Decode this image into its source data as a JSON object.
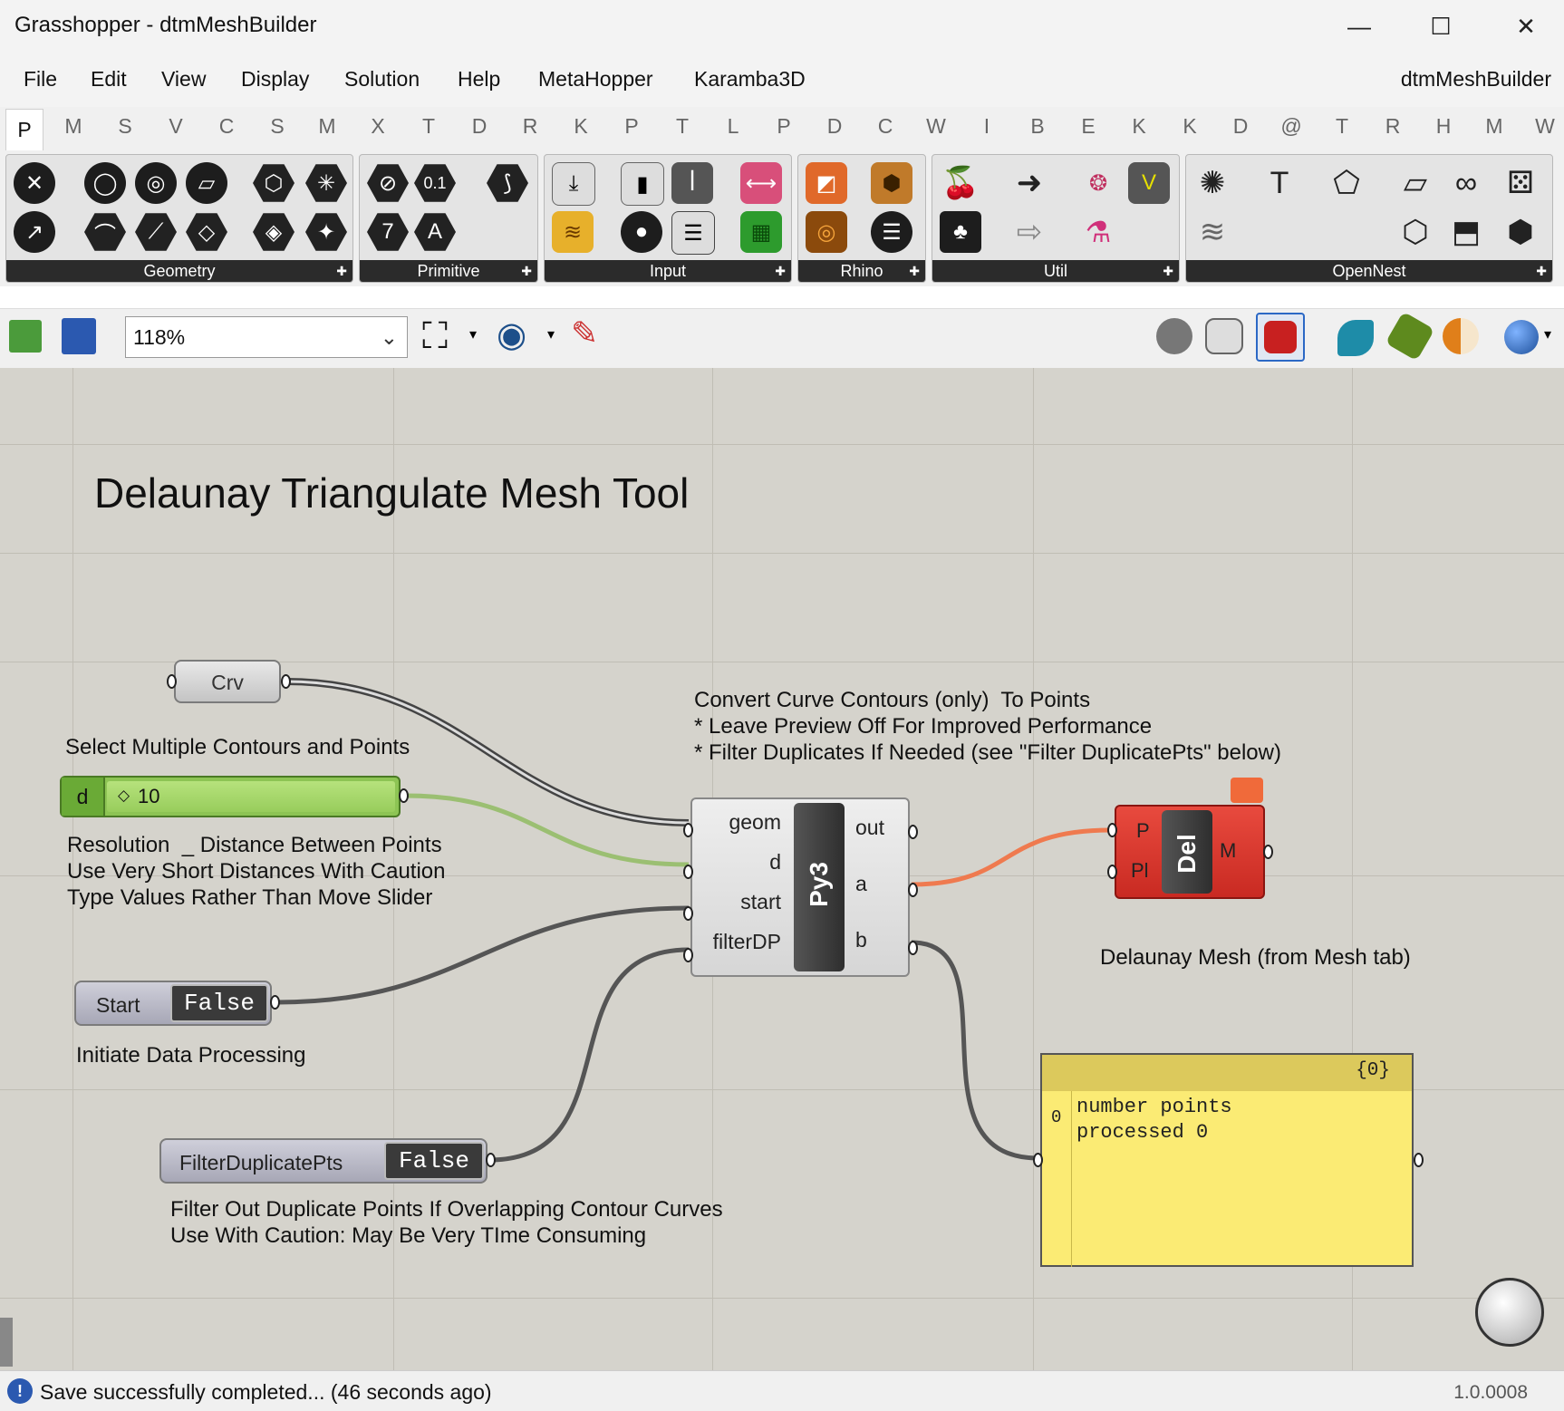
{
  "window": {
    "title": "Grasshopper - dtmMeshBuilder",
    "minimize": "—",
    "maximize": "☐",
    "close": "✕"
  },
  "menu": {
    "items": [
      "File",
      "Edit",
      "View",
      "Display",
      "Solution",
      "Help",
      "MetaHopper",
      "Karamba3D"
    ],
    "doc_name": "dtmMeshBuilder"
  },
  "tabs": [
    "P",
    "M",
    "S",
    "V",
    "C",
    "S",
    "M",
    "X",
    "T",
    "D",
    "R",
    "K",
    "P",
    "T",
    "L",
    "P",
    "D",
    "C",
    "W",
    "I",
    "B",
    "E",
    "K",
    "K",
    "D",
    "@",
    "T",
    "R",
    "H",
    "M",
    "W"
  ],
  "ribbon": {
    "panels": [
      "Geometry",
      "Primitive",
      "Input",
      "Rhino",
      "Util",
      "OpenNest"
    ],
    "primitive_labels": [
      "0.1",
      "7",
      "A"
    ]
  },
  "toolbar": {
    "zoom": "118%"
  },
  "canvas": {
    "title": "Delaunay Triangulate Mesh Tool",
    "crv_label": "Crv",
    "note_select": "Select Multiple Contours and Points",
    "slider": {
      "name": "d",
      "value": "10"
    },
    "note_resolution": "Resolution  _ Distance Between Points\nUse Very Short Distances With Caution\nType Values Rather Than Move Slider",
    "start_toggle": {
      "name": "Start",
      "value": "False"
    },
    "note_start": "Initiate Data Processing",
    "filter_toggle": {
      "name": "FilterDuplicatePts",
      "value": "False"
    },
    "note_filter": "Filter Out Duplicate Points If Overlapping Contour Curves\nUse With Caution: May Be Very TIme Consuming",
    "note_convert": "Convert Curve Contours (only)  To Points\n* Leave Preview Off For Improved Performance\n* Filter Duplicates If Needed (see \"Filter DuplicatePts\" below)",
    "py": {
      "label": "Py3",
      "inputs": [
        "geom",
        "d",
        "start",
        "filterDP"
      ],
      "outputs": [
        "out",
        "a",
        "b"
      ]
    },
    "del": {
      "label": "Del",
      "inputs": [
        "P",
        "Pl"
      ],
      "output": "M"
    },
    "note_del": "Delaunay Mesh (from Mesh tab)",
    "panel": {
      "path": "{0}",
      "index": "0",
      "text": "number points\nprocessed 0"
    }
  },
  "status": {
    "message": "Save successfully completed... (46 seconds ago)",
    "version": "1.0.0008"
  }
}
